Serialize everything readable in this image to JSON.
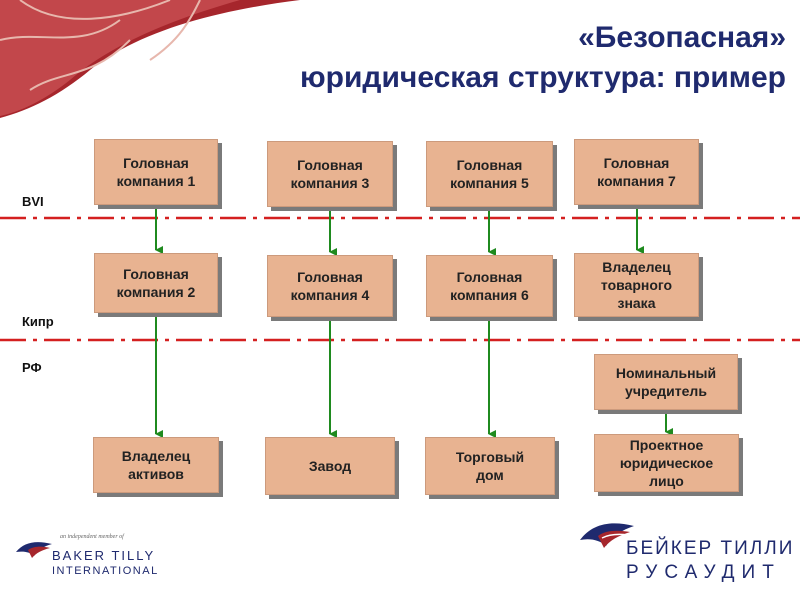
{
  "title": {
    "line1": "«Безопасная»",
    "line2": "юридическая структура: пример"
  },
  "regions": {
    "bvi": "BVI",
    "cyprus": "Кипр",
    "rf": "РФ"
  },
  "boxes": {
    "hc1": "Головная\nкомпания 1",
    "hc2": "Головная\nкомпания 2",
    "hc3": "Головная\nкомпания 3",
    "hc4": "Головная\nкомпания 4",
    "hc5": "Головная\nкомпания 5",
    "hc6": "Головная\nкомпания 6",
    "hc7": "Головная\nкомпания 7",
    "trademark_owner": "Владелец\nтоварного\nзнака",
    "nominee_founder": "Номинальный\nучредитель",
    "asset_owner": "Владелец\nактивов",
    "plant": "Завод",
    "trading_house": "Торговый\nдом",
    "project_entity": "Проектное\nюридическое\nлицо"
  },
  "logos": {
    "left_tagline": "an independent member of",
    "left_name_line1": "BAKER TILLY",
    "left_name_line2": "INTERNATIONAL",
    "right_name_line1": "БЕЙКЕР ТИЛЛИ",
    "right_name_line2": "РУСАУДИТ"
  },
  "colors": {
    "title": "#1f2a6e",
    "box_fill": "#e8b391",
    "box_shadow": "#7a7a7a",
    "arrow": "#1f8a1f",
    "divider": "#d42020",
    "logo": "#1f2a6e",
    "corner_accent": "#a6262c"
  }
}
